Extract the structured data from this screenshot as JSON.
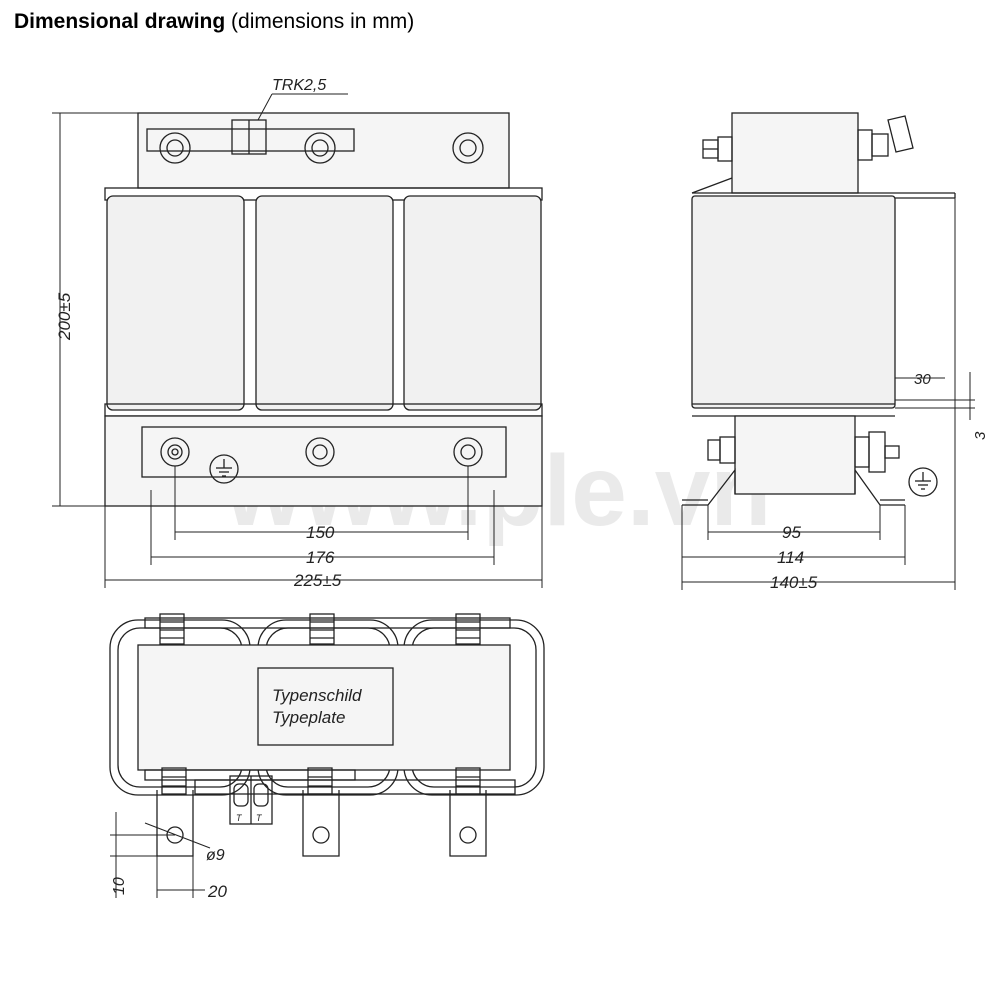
{
  "header": {
    "title_bold": "Dimensional drawing",
    "title_rest": "(dimensions in mm)"
  },
  "front_view": {
    "terminal_label": "TRK2,5",
    "dim_height": "200±5",
    "dim_hole_spacing": "150",
    "dim_slot_spacing": "176",
    "dim_width": "225±5"
  },
  "side_view": {
    "dim_30": "30",
    "dim_3": "3",
    "dim_95": "95",
    "dim_114": "114",
    "dim_depth": "140±5"
  },
  "top_view": {
    "typeplate_line1": "Typenschild",
    "typeplate_line2": "Typeplate",
    "terminal_mark": "T",
    "dim_hole_diameter": "ø9",
    "dim_10": "10",
    "dim_20": "20"
  },
  "watermark": "www.ple.vn",
  "icons": [
    "ground-symbol-icon",
    "screw-terminal-icon",
    "bolt-nut-icon"
  ]
}
